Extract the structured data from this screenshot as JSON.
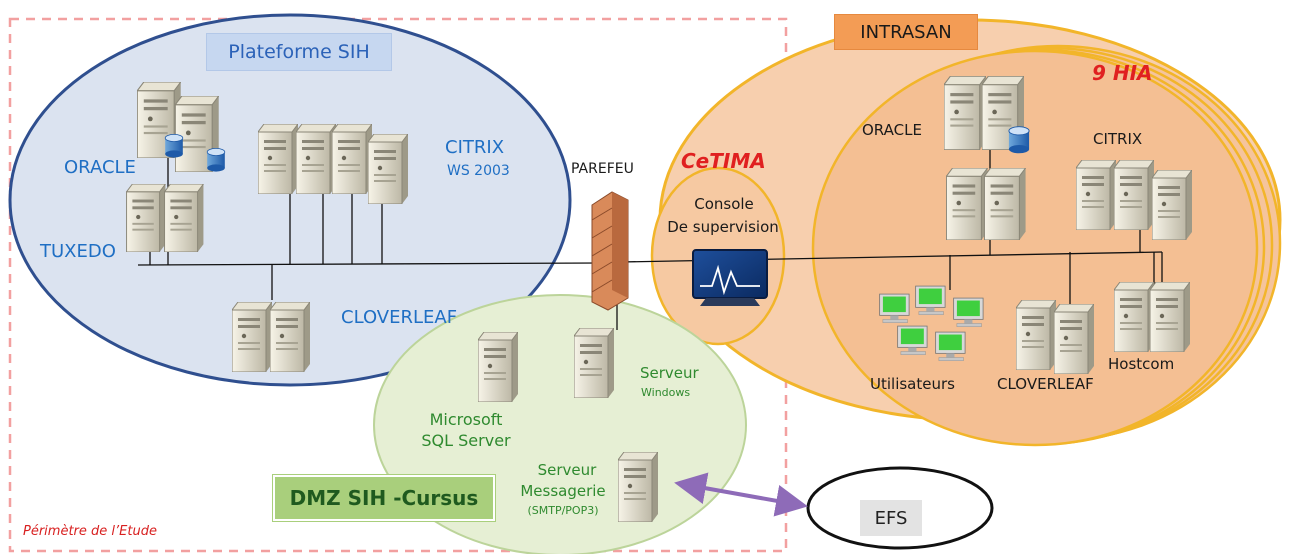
{
  "sih": {
    "title": "Plateforme SIH",
    "oracle": "ORACLE",
    "citrix": "CITRIX",
    "citrix_version": "WS 2003",
    "tuxedo": "TUXEDO",
    "cloverleaf": "CLOVERLEAF"
  },
  "firewall": {
    "label": "PAREFEU"
  },
  "cetima": {
    "title": "CeTIMA",
    "console_line1": "Console",
    "console_line2": "De supervision"
  },
  "intrasan": {
    "title": "INTRASAN",
    "hia": "9 HIA",
    "oracle": "ORACLE",
    "citrix": "CITRIX",
    "users": "Utilisateurs",
    "cloverleaf": "CLOVERLEAF",
    "hostcom": "Hostcom"
  },
  "dmz": {
    "title": "DMZ SIH -Cursus",
    "sql_line1": "Microsoft",
    "sql_line2": "SQL Server",
    "windows_line1": "Serveur",
    "windows_line2": "Windows",
    "mail_line1": "Serveur",
    "mail_line2": "Messagerie",
    "mail_protocols": "(SMTP/POP3)"
  },
  "efs": {
    "label": "EFS"
  },
  "perimeter": {
    "label": "Périmètre de l’Etude"
  },
  "colors": {
    "sih_fill": "#dbe3f0",
    "sih_stroke": "#2f4f8f",
    "intrasan_fill": "#f7cfae",
    "intrasan_stroke": "#f2b52a",
    "dmz_fill": "#e6efd4",
    "perimeter": "#f2a0a0",
    "arrow": "#8e6bb8"
  }
}
